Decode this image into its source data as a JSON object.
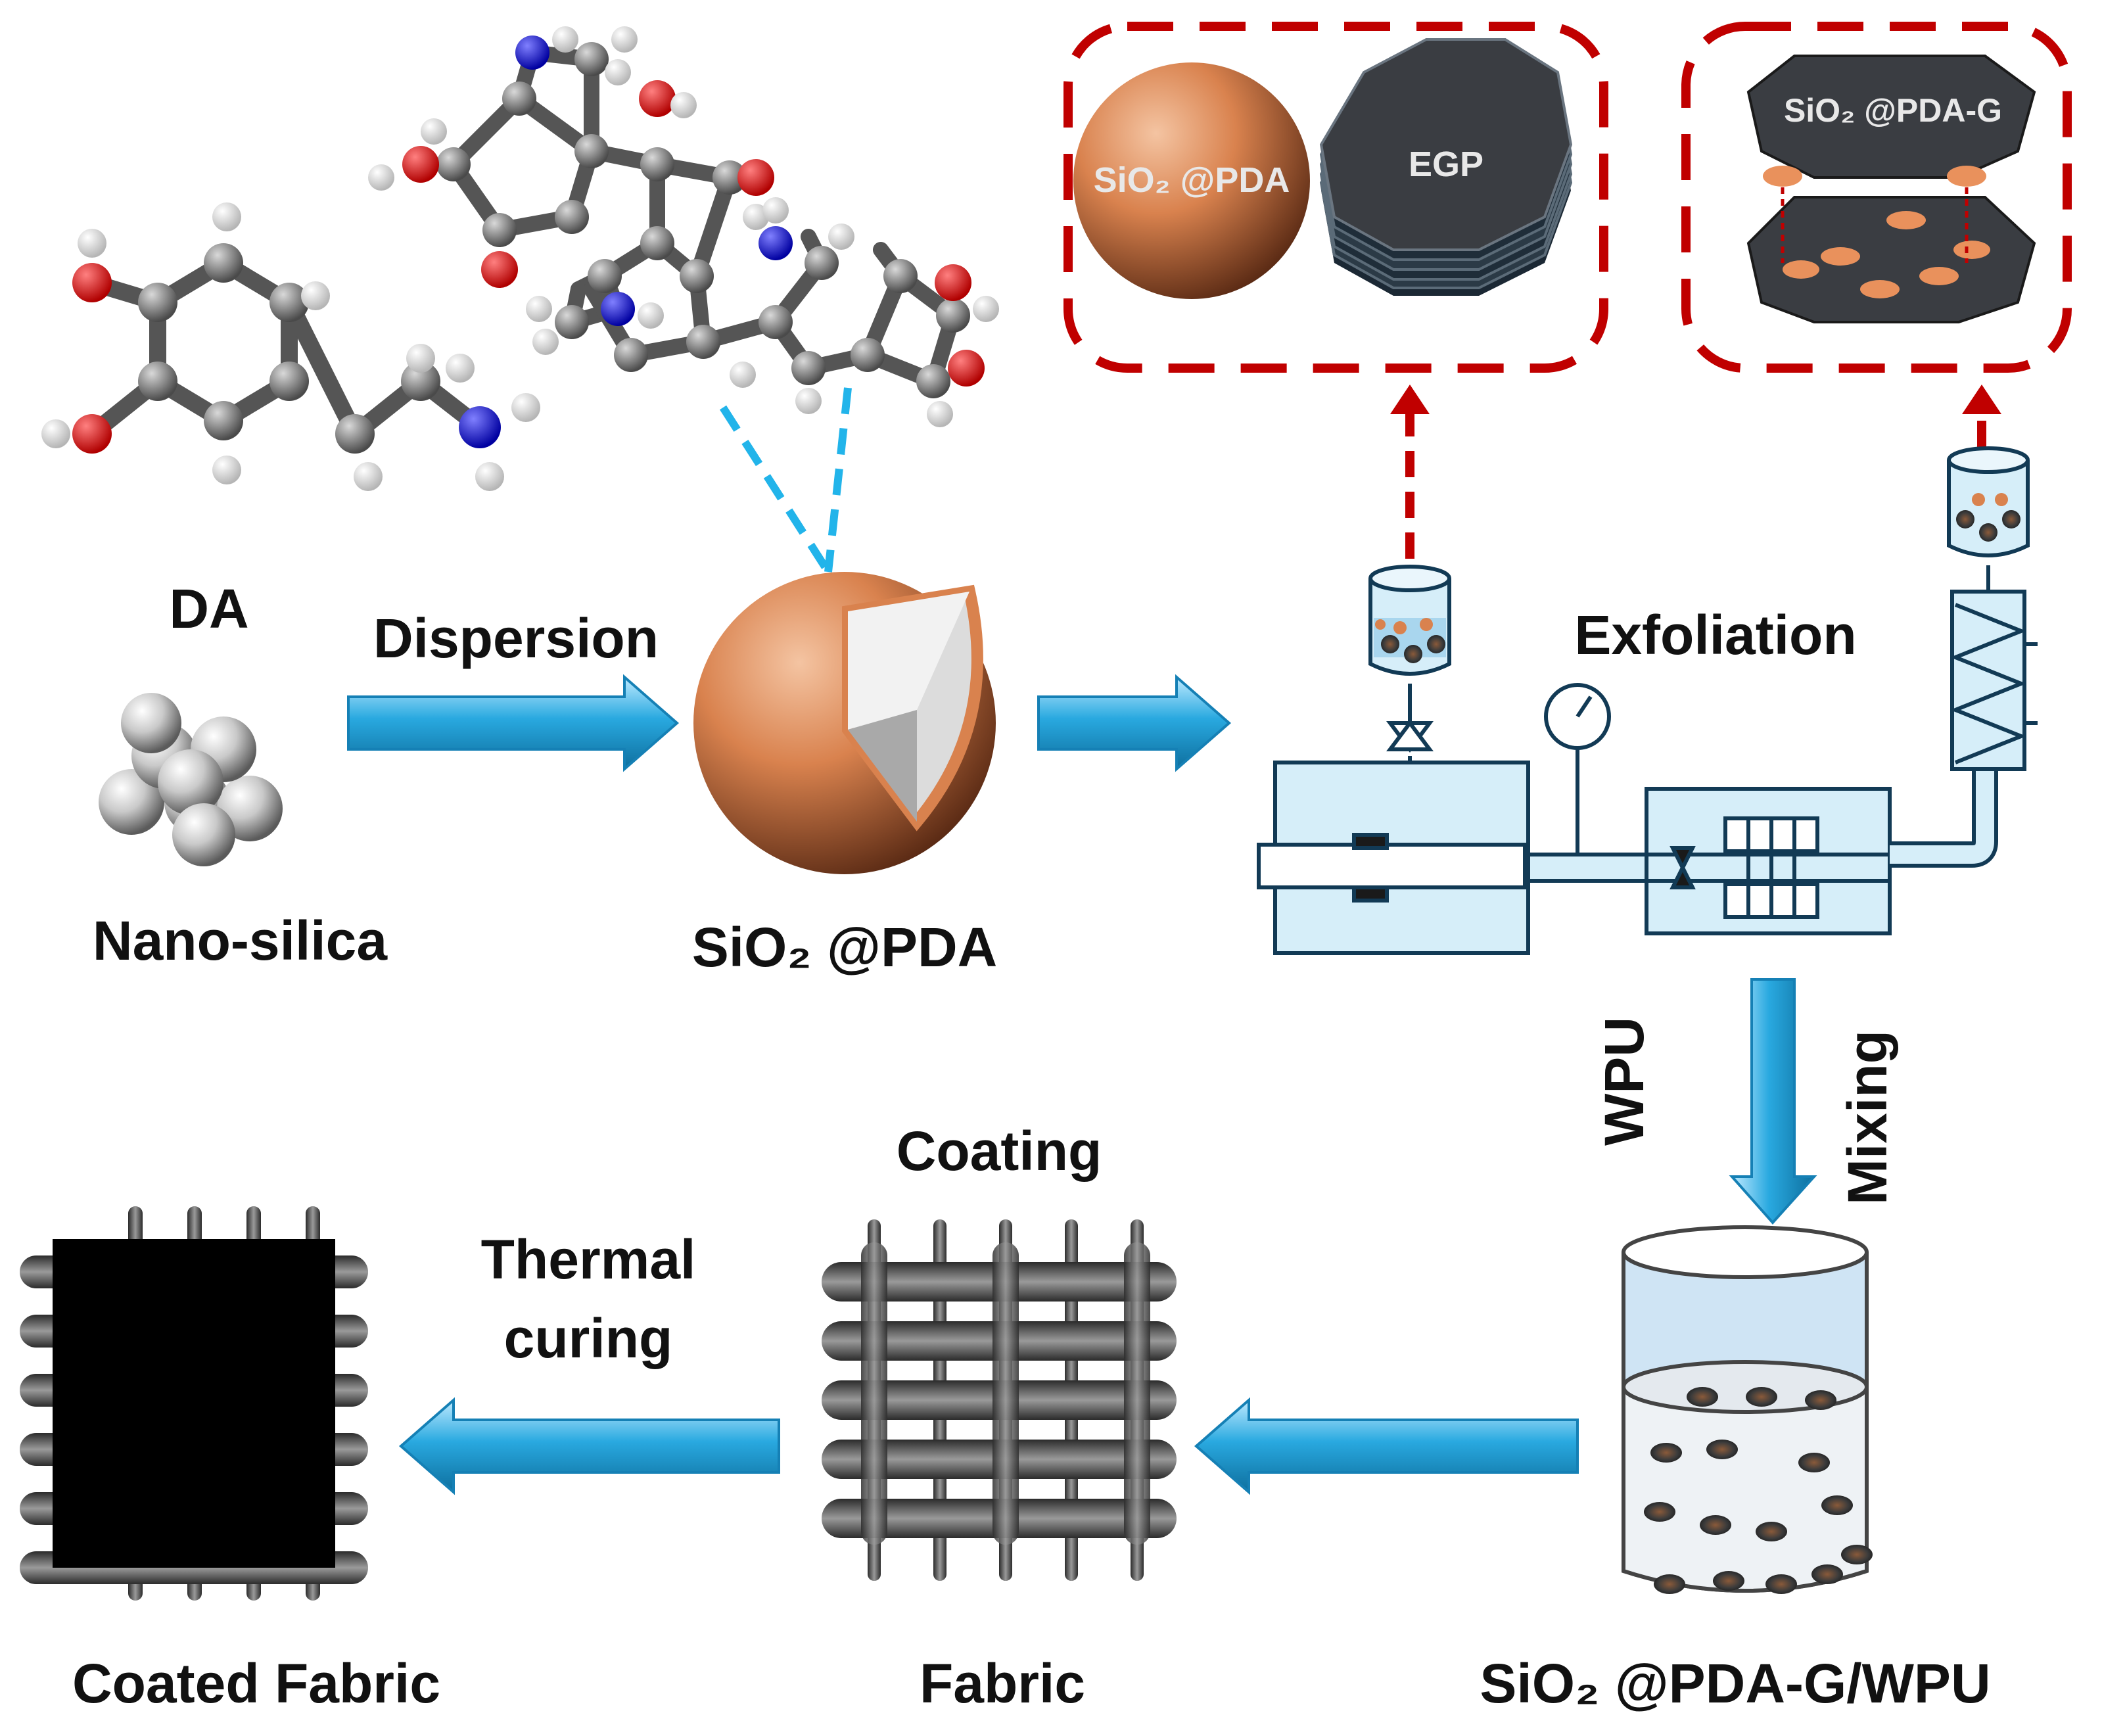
{
  "labels": {
    "da": "DA",
    "nano_silica": "Nano-silica",
    "dispersion": "Dispersion",
    "sio2_pda": "SiO₂ @PDA",
    "exfoliation": "Exfoliation",
    "wpu": "WPU",
    "mixing": "Mixing",
    "sio2_pda_g_wpu": "SiO₂ @PDA-G/WPU",
    "coating": "Coating",
    "fabric": "Fabric",
    "thermal": "Thermal",
    "curing": "curing",
    "coated_fabric": "Coated Fabric"
  },
  "inset_left": {
    "sphere_label": "SiO₂ @PDA",
    "stack_label": "EGP"
  },
  "inset_right": {
    "sheet_label": "SiO₂ @PDA-G"
  },
  "colors": {
    "arrow_blue": "#29a9e0",
    "dashed_red": "#c00000",
    "copper": "#d9824e",
    "equipment_fill": "#d6eef9",
    "graphene_dark": "#3a3d42",
    "dashed_blue": "#22b4ea"
  }
}
